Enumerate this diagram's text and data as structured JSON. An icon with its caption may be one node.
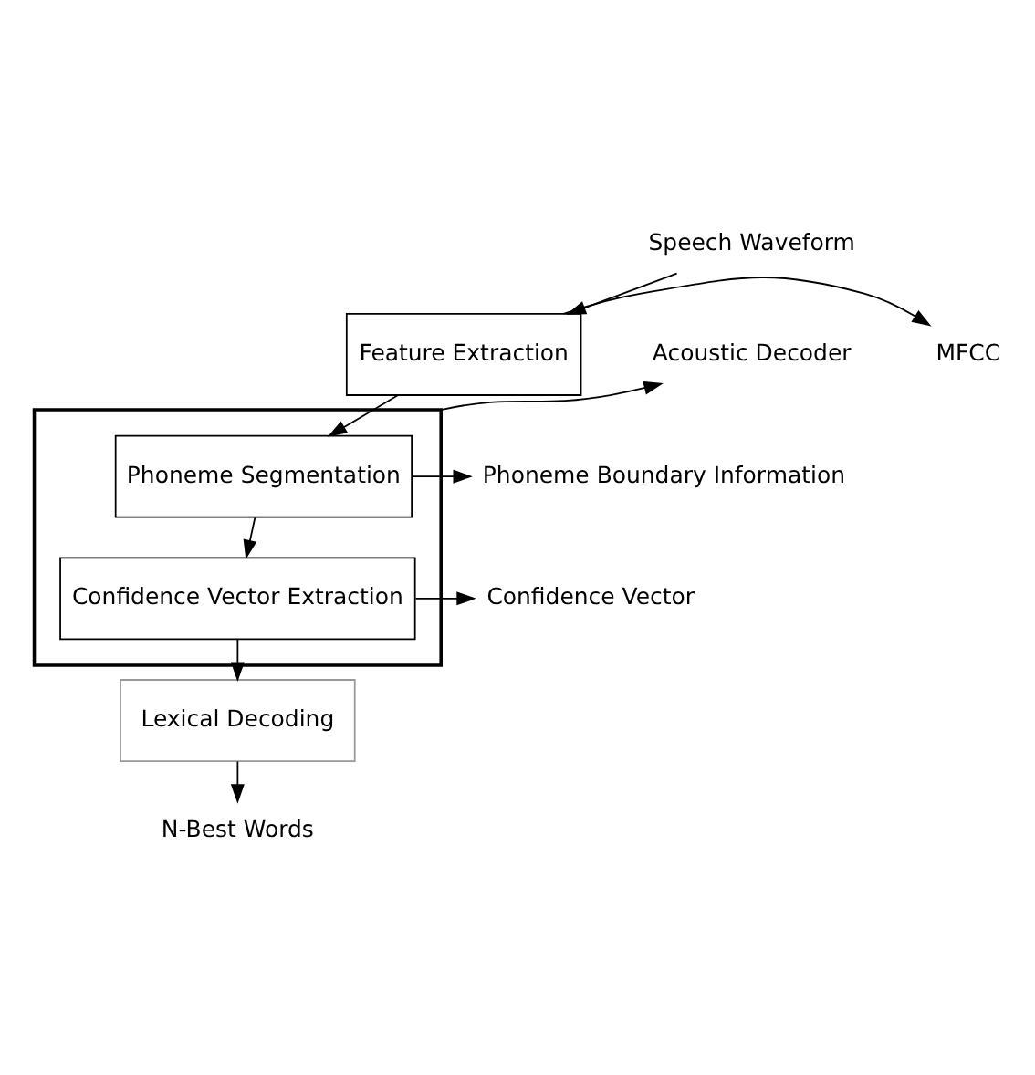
{
  "diagram": {
    "nodes": [
      {
        "text": [
          "Speech Waveform"
        ]
      },
      {
        "text": [
          "Feature Extraction"
        ]
      },
      {
        "text": [
          "Acoustic Decoder"
        ]
      },
      {
        "text": [],
        "shape": "box"
      },
      {
        "text": [
          "MFCC"
        ]
      },
      {
        "text": [
          "Phoneme Segmentation"
        ],
        "in": 3
      },
      {
        "text": [
          "Phoneme Boundary Information"
        ]
      },
      {
        "text": [
          "Confidence Vector Extraction"
        ],
        "in": 3
      },
      {
        "text": [
          "Confidence Vector"
        ]
      },
      {
        "text": [
          "Lexical Decoding"
        ]
      },
      {
        "text": [
          "N-Best Words"
        ]
      }
    ],
    "edges": [
      {
        "from": 0,
        "to": 1,
        "arrow": "to"
      },
      {
        "from": 1,
        "to": 5,
        "arrow": "to"
      },
      {
        "from": 1,
        "to": 4,
        "arrow": "to"
      },
      {
        "from": 3,
        "to": 2,
        "arrow": "to"
      },
      {
        "from": 5,
        "to": 7,
        "arrow": "to"
      },
      {
        "from": 5,
        "to": 6,
        "arrow": "to"
      },
      {
        "from": 7,
        "to": 9,
        "arrow": "to"
      },
      {
        "from": 7,
        "to": 8,
        "arrow": "to"
      },
      {
        "from": 9,
        "to": 10,
        "arrow": "to"
      }
    ]
  }
}
